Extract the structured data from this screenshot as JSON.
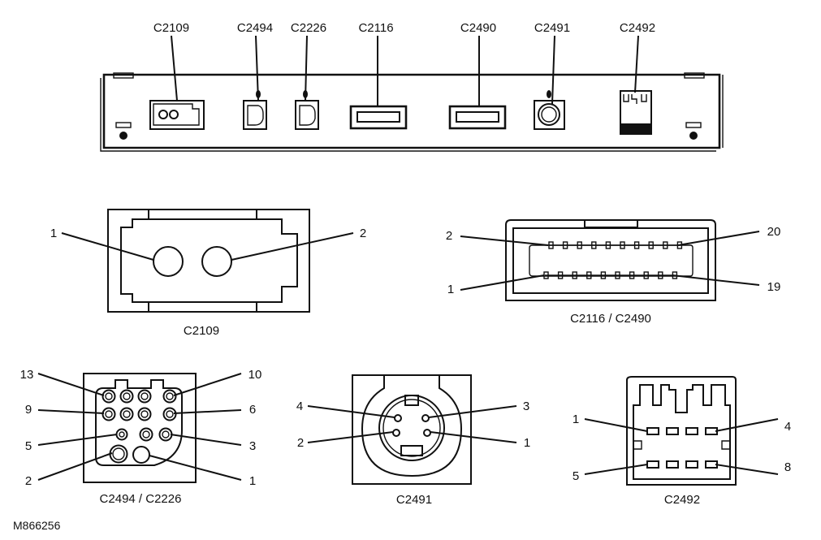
{
  "figure_id": "M866256",
  "module_labels": {
    "c2109": "C2109",
    "c2494": "C2494",
    "c2226": "C2226",
    "c2116": "C2116",
    "c2490": "C2490",
    "c2491": "C2491",
    "c2492": "C2492"
  },
  "details": {
    "c2109": {
      "caption": "C2109",
      "pins": {
        "p1": "1",
        "p2": "2"
      }
    },
    "c2116_c2490": {
      "caption": "C2116 / C2490",
      "pins": {
        "p2": "2",
        "p20": "20",
        "p1": "1",
        "p19": "19"
      }
    },
    "c2494_c2226": {
      "caption": "C2494 / C2226",
      "pins": {
        "p13": "13",
        "p10": "10",
        "p9": "9",
        "p6": "6",
        "p5": "5",
        "p3": "3",
        "p2": "2",
        "p1": "1"
      }
    },
    "c2491": {
      "caption": "C2491",
      "pins": {
        "p4": "4",
        "p3": "3",
        "p2": "2",
        "p1": "1"
      }
    },
    "c2492": {
      "caption": "C2492",
      "pins": {
        "p1": "1",
        "p4": "4",
        "p5": "5",
        "p8": "8"
      }
    }
  }
}
